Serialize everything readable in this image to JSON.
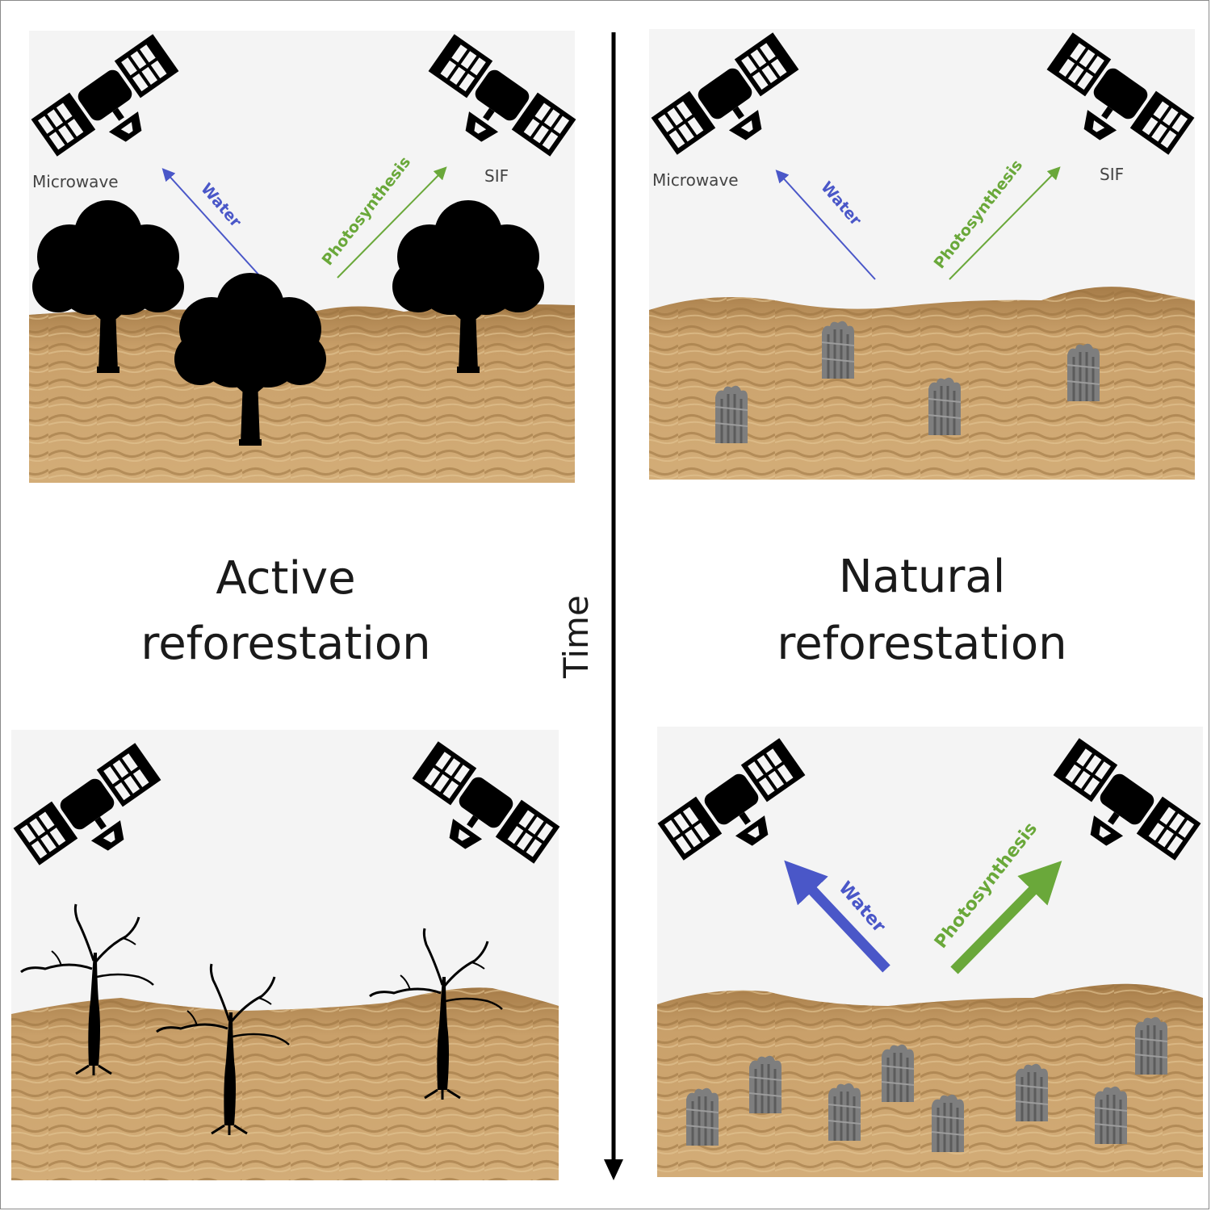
{
  "titles": {
    "active_line1": "Active",
    "active_line2": "reforestation",
    "natural_line1": "Natural",
    "natural_line2": "reforestation",
    "time": "Time"
  },
  "labels": {
    "microwave": "Microwave",
    "sif": "SIF",
    "water": "Water",
    "photosynthesis": "Photosynthesis"
  },
  "colors": {
    "water": "#4a57c8",
    "photosynthesis": "#6aa83a",
    "sky": "#f4f4f4",
    "sand": "#c49a64",
    "sand_dark": "#8c6638",
    "silhouette": "#000000",
    "sapling": "#808080"
  },
  "panels": [
    {
      "id": "active-before",
      "trees": "healthy",
      "arrows": "thin",
      "labels": true
    },
    {
      "id": "natural-before",
      "trees": "saplings",
      "arrows": "thin",
      "labels": true
    },
    {
      "id": "active-after",
      "trees": "dead",
      "arrows": "none",
      "labels": false
    },
    {
      "id": "natural-after",
      "trees": "saplings-more",
      "arrows": "thick",
      "labels": false
    }
  ]
}
